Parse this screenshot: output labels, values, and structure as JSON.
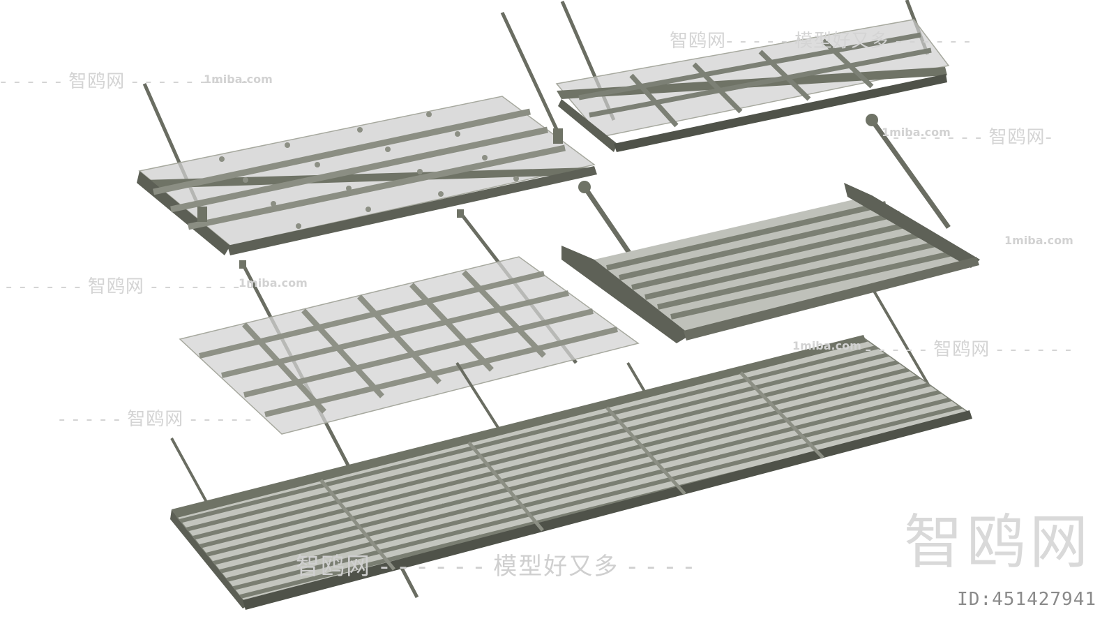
{
  "image": {
    "description_type": "3D render of canopy variants",
    "palette": {
      "frame": "#6f7366",
      "frame_dark": "#4d5047",
      "glass": "#d2d2d2",
      "glass_edge": "#a9aca3",
      "rod": "#6a6d62",
      "watermark": "#d4d4d4",
      "background": "#ffffff"
    }
  },
  "watermarks": {
    "brand_short": "智鸥网",
    "brand_slogan_top": "模型好又多",
    "brand_slogan_bottom": "模型好又多",
    "url": "1miba.com",
    "dash_short": "------",
    "dash_long": "-----"
  },
  "id_label": "ID:451427941"
}
